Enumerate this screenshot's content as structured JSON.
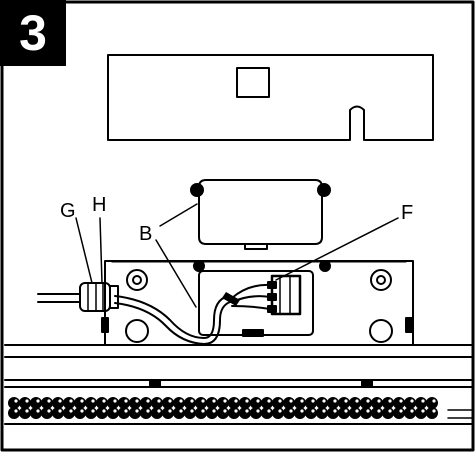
{
  "step": {
    "number": "3"
  },
  "labels": {
    "g": "G",
    "h": "H",
    "b": "B",
    "f": "F"
  }
}
